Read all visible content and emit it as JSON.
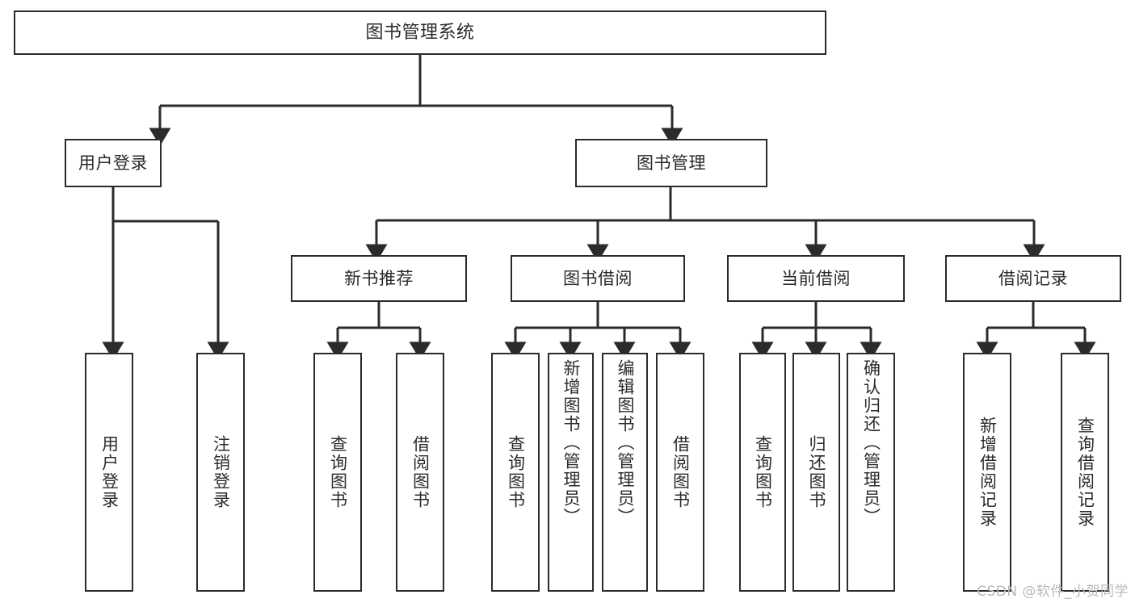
{
  "diagram": {
    "title": "图书管理系统",
    "type": "tree-hierarchy",
    "root": {
      "id": "root",
      "label": "图书管理系统"
    },
    "level2": [
      {
        "id": "user-login",
        "label": "用户登录"
      },
      {
        "id": "book-manage",
        "label": "图书管理"
      }
    ],
    "level3": [
      {
        "id": "new-book-rec",
        "label": "新书推荐",
        "parent": "book-manage"
      },
      {
        "id": "book-borrow",
        "label": "图书借阅",
        "parent": "book-manage"
      },
      {
        "id": "current-borrow",
        "label": "当前借阅",
        "parent": "book-manage"
      },
      {
        "id": "borrow-record",
        "label": "借阅记录",
        "parent": "book-manage"
      }
    ],
    "leaves": [
      {
        "id": "leaf-user-login",
        "label": "用户登录",
        "parent": "user-login"
      },
      {
        "id": "leaf-logout",
        "label": "注销登录",
        "parent": "user-login"
      },
      {
        "id": "leaf-query-book-1",
        "label": "查询图书",
        "parent": "new-book-rec"
      },
      {
        "id": "leaf-borrow-book-1",
        "label": "借阅图书",
        "parent": "new-book-rec"
      },
      {
        "id": "leaf-query-book-2",
        "label": "查询图书",
        "parent": "book-borrow"
      },
      {
        "id": "leaf-add-book",
        "label": "新增图书（管理员）",
        "parent": "book-borrow"
      },
      {
        "id": "leaf-edit-book",
        "label": "编辑图书（管理员）",
        "parent": "book-borrow"
      },
      {
        "id": "leaf-borrow-book-2",
        "label": "借阅图书",
        "parent": "book-borrow"
      },
      {
        "id": "leaf-query-book-3",
        "label": "查询图书",
        "parent": "current-borrow"
      },
      {
        "id": "leaf-return-book",
        "label": "归还图书",
        "parent": "current-borrow"
      },
      {
        "id": "leaf-confirm-return",
        "label": "确认归还（管理员）",
        "parent": "current-borrow"
      },
      {
        "id": "leaf-add-record",
        "label": "新增借阅记录",
        "parent": "borrow-record"
      },
      {
        "id": "leaf-query-record",
        "label": "查询借阅记录",
        "parent": "borrow-record"
      }
    ]
  },
  "watermark": {
    "text": "CSDN @软件_小贺同学"
  },
  "colors": {
    "stroke": "#2b2b2b",
    "background": "#ffffff",
    "watermark": "#b9b9b9"
  }
}
